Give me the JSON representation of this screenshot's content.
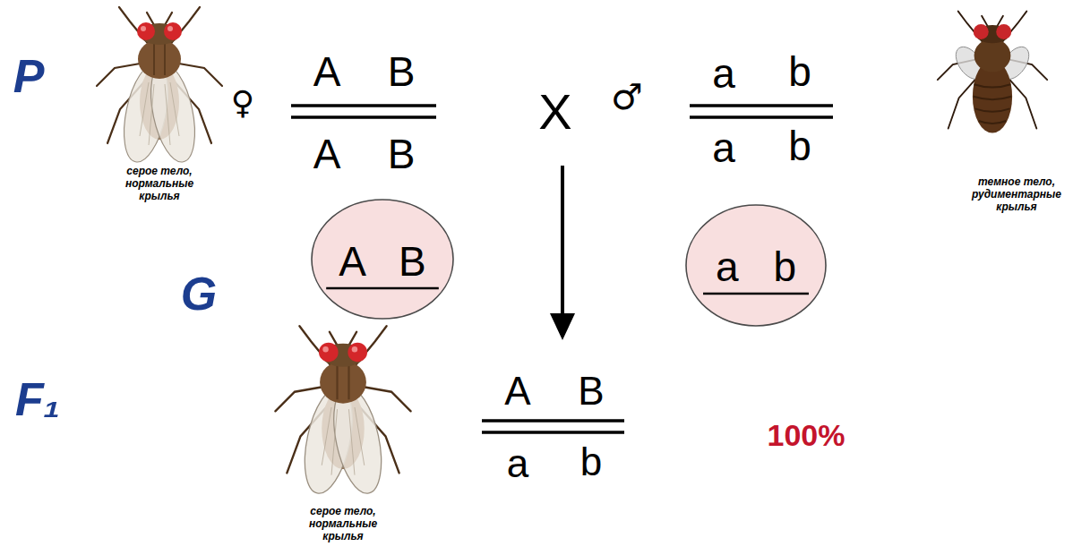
{
  "diagram": {
    "nodes": [
      {
        "text": [
          "A B"
        ]
      },
      {
        "text": [
          "a b"
        ]
      }
    ],
    "labels": [
      "P",
      "♀",
      "A",
      "B",
      "A",
      "B",
      "X",
      "♂",
      "a",
      "b",
      "a",
      "b",
      "серое тело, нормальные крылья",
      "темное тело, рудиментарные крылья",
      "G",
      "F₁",
      "серое тело, нормальные крылья",
      "A",
      "B",
      "a",
      "b",
      "100%"
    ]
  }
}
